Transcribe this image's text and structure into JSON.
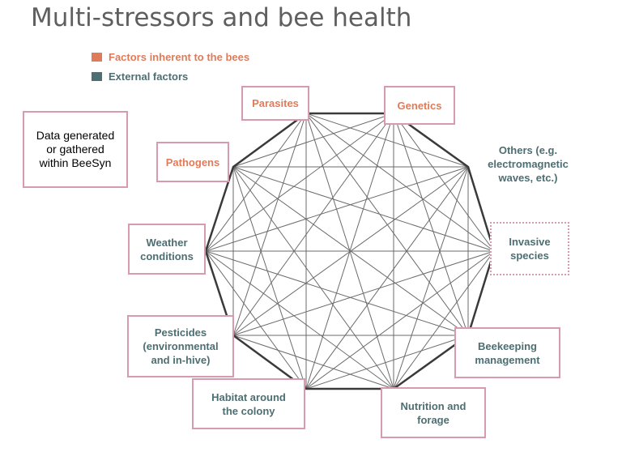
{
  "title": "Multi-stressors and bee health",
  "legend": {
    "inherent": {
      "label": "Factors inherent to the bees",
      "color": "#e07b5a"
    },
    "external": {
      "label": "External factors",
      "color": "#4d6e72"
    }
  },
  "note": {
    "line1": "Data generated",
    "line2": "or gathered",
    "line3": "within BeeSyn"
  },
  "nodes": {
    "parasites": {
      "line1": "Parasites"
    },
    "genetics": {
      "line1": "Genetics"
    },
    "others": {
      "line1": "Others (e.g.",
      "line2": "electromagnetic",
      "line3": "waves, etc.)"
    },
    "invasive": {
      "line1": "Invasive",
      "line2": "species"
    },
    "beekeeping": {
      "line1": "Beekeeping",
      "line2": "management"
    },
    "nutrition": {
      "line1": "Nutrition and",
      "line2": "forage"
    },
    "habitat": {
      "line1": "Habitat around",
      "line2": "the colony"
    },
    "pesticides": {
      "line1": "Pesticides",
      "line2": "(environmental",
      "line3": "and in-hive)"
    },
    "weather": {
      "line1": "Weather",
      "line2": "conditions"
    },
    "pathogens": {
      "line1": "Pathogens"
    }
  }
}
